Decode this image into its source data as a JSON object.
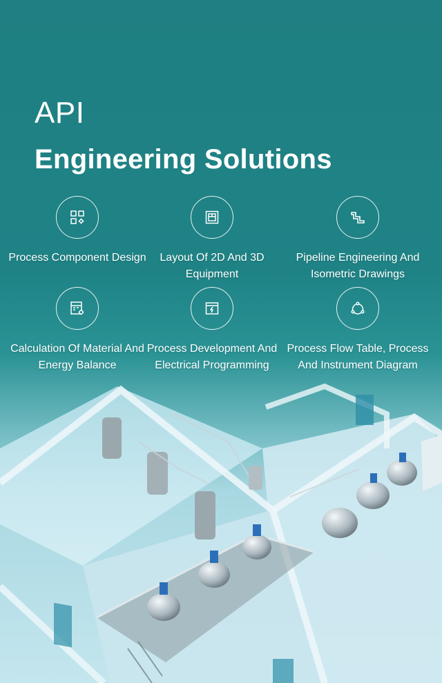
{
  "hero": {
    "title_line1": "API",
    "title_line2": "Engineering Solutions"
  },
  "features": [
    {
      "icon": "grid-gear-icon",
      "label": "Process Component Design"
    },
    {
      "icon": "layout-frame-icon",
      "label": "Layout Of 2D And 3D Equipment"
    },
    {
      "icon": "pipe-icon",
      "label": "Pipeline Engineering And Isometric Drawings"
    },
    {
      "icon": "calculator-gear-icon",
      "label": "Calculation Of Material And Energy Balance"
    },
    {
      "icon": "electric-panel-icon",
      "label": "Process Development And Electrical Programming"
    },
    {
      "icon": "flow-cycle-icon",
      "label": "Process Flow Table, Process And Instrument Diagram"
    }
  ],
  "colors": {
    "background_top": "#1f7f82",
    "background_bottom": "#c4e6ee",
    "text": "#ffffff"
  }
}
